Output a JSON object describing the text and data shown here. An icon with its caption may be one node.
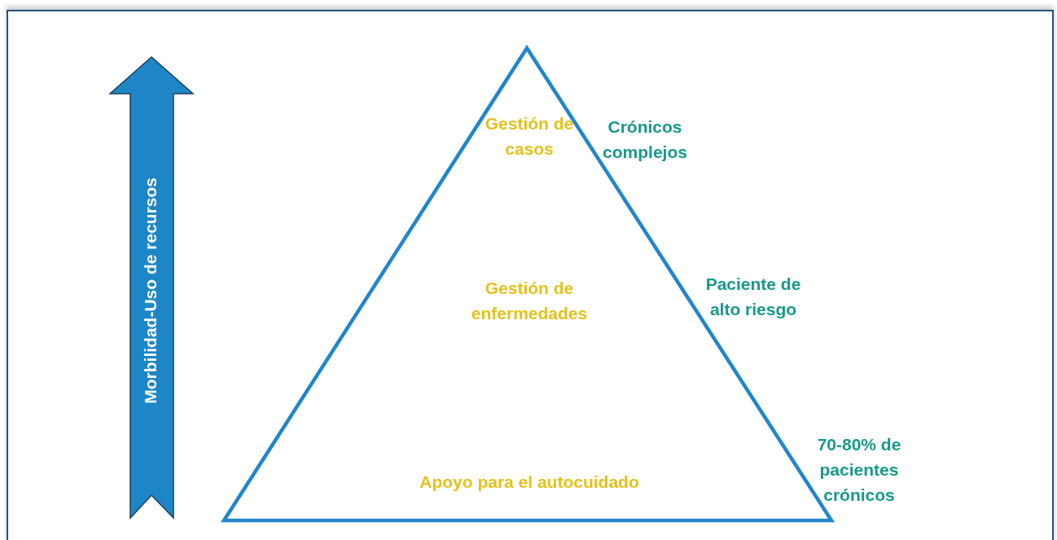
{
  "diagram": {
    "nodes": [
      {
        "text": [
          "Morbilidad-Uso de recursos"
        ]
      },
      {
        "text": [
          "Gestión de casos",
          "Gestión de enfermedades",
          "Apoyo para el autocuidado"
        ]
      }
    ],
    "labels": [
      "Crónicos complejos",
      "Paciente de alto riesgo",
      "70-80% de pacientes crónicos"
    ]
  }
}
